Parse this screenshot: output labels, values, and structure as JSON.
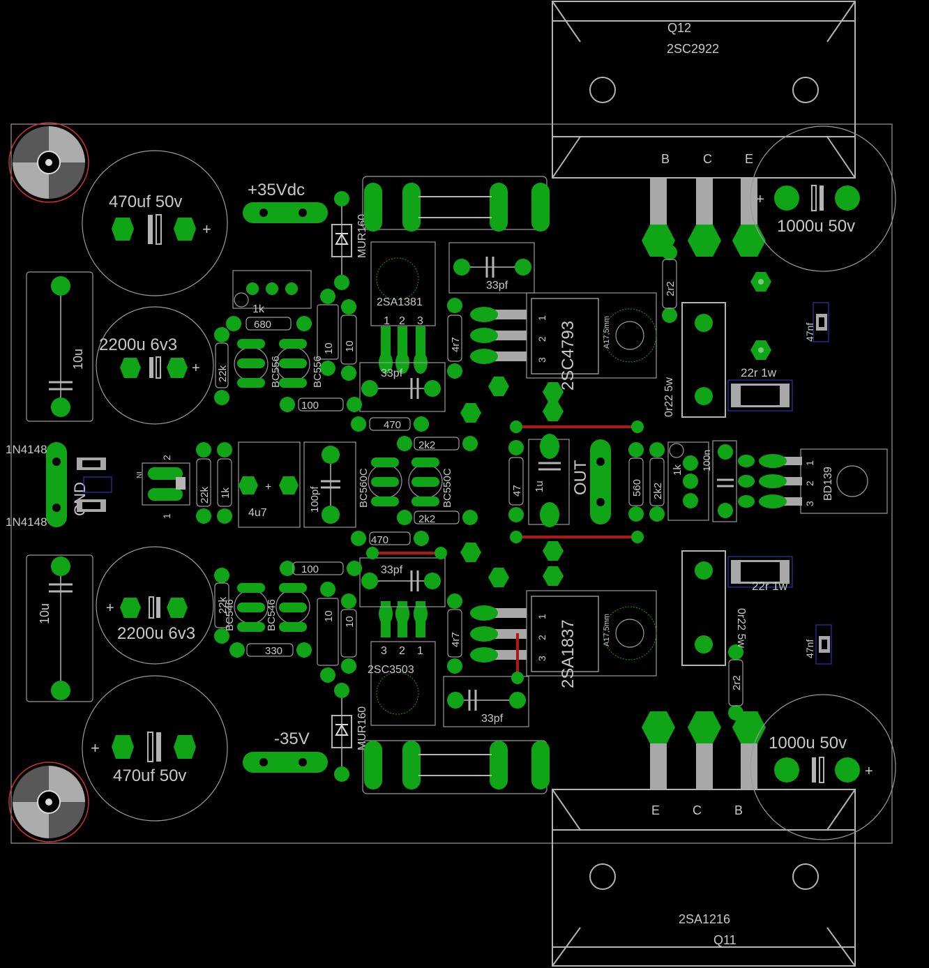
{
  "board": {
    "colors": {
      "background": "#000000",
      "pad": "#0fa516",
      "outline": "#b4b4b4",
      "trace": "#b01818",
      "hole_ring": "#c83232"
    }
  },
  "transistors": {
    "q12_ref": "Q12",
    "q12_type": "2SC2922",
    "q12_b": "B",
    "q12_c": "C",
    "q12_e": "E",
    "q11_ref": "Q11",
    "q11_type": "2SA1216",
    "q11_e": "E",
    "q11_c": "C",
    "q11_b": "B",
    "to220_top": "2SC4793",
    "to220_bottom": "2SA1837",
    "heat_label_top": "A17,5mm",
    "heat_label_bottom": "A17,5mm",
    "to92_top": "2SA1381",
    "to92_bottom": "2SC3503",
    "bd139": "BD139",
    "bc556_a": "BC556",
    "bc556_b": "BC556",
    "bc560c_a": "BC560C",
    "bc550c_a": "BC550C",
    "bc546_a": "BC546",
    "bc546_b": "BC546",
    "pin1": "1",
    "pin2": "2",
    "pin3": "3"
  },
  "capacitors": {
    "c470_top": "470uf 50v",
    "c470_bottom": "470uf 50v",
    "c2200_top": "2200u 6v3",
    "c2200_bottom": "2200u 6v3",
    "c1000_top": "1000u 50v",
    "c1000_bottom": "1000u 50v",
    "c10u_top": "10u",
    "c10u_bottom": "10u",
    "c33pf_1": "33pf",
    "c33pf_2": "33pf",
    "c33pf_3": "33pf",
    "c33pf_4": "33pf",
    "c4u7": "4u7",
    "c100pf": "100pf",
    "c1u": "1u",
    "c100n": "100n",
    "c47nf_top": "47nf",
    "c47nf_bottom": "47nf",
    "c10_a": "10",
    "c10_b": "10",
    "c10_c": "10",
    "c10_d": "10",
    "plus": "+"
  },
  "resistors": {
    "r1k_trim": "1k",
    "r680": "680",
    "r100_top": "100",
    "r100_bottom": "100",
    "r470_top": "470",
    "r470_bottom": "470",
    "r2k2_1": "2k2",
    "r2k2_2": "2k2",
    "r2k2_3": "2k2",
    "r22k_1": "22k",
    "r22k_2": "22k",
    "r22k_3": "22k",
    "r1k_a": "1k",
    "r1k_b": "1k",
    "r4r7_top": "4r7",
    "r4r7_bottom": "4r7",
    "r47": "47",
    "r560": "560",
    "r330": "330",
    "r2r2_top": "2r2",
    "r2r2_bottom": "2r2",
    "r0r22_top": "0r22 5w",
    "r0r22_bottom": "0r22 5w",
    "r22r_top": "22r 1w",
    "r22r_bottom": "22r 1w"
  },
  "diodes": {
    "mur_top": "MUR160",
    "mur_bottom": "MUR160",
    "d1n4148_top": "1N4148",
    "d1n4148_bottom": "1N4148"
  },
  "nets": {
    "vpos": "+35Vdc",
    "vneg": "-35V",
    "gnd": "GND",
    "out": "OUT",
    "in": "IN"
  }
}
